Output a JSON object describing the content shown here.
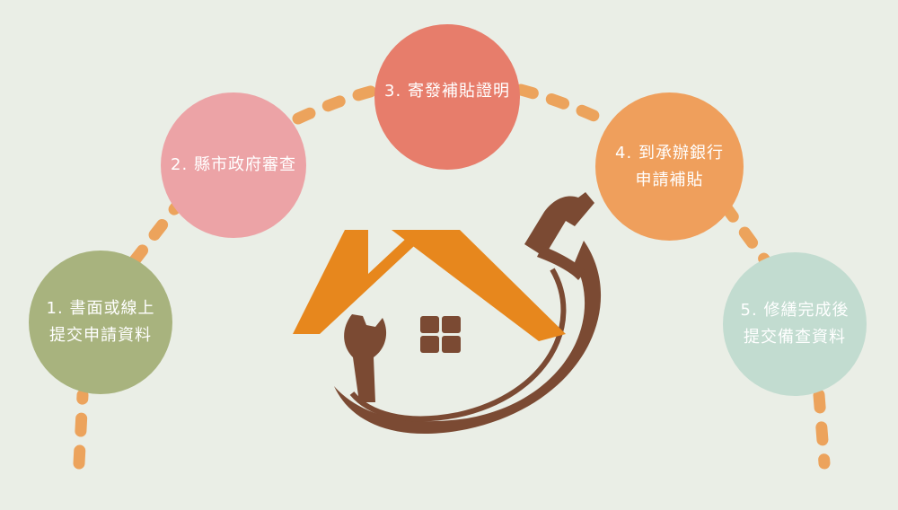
{
  "colors": {
    "background": "#eaeee6",
    "dash": "#eca35c",
    "step1": "#a8b37e",
    "step2": "#eca3a6",
    "step3": "#e77d6b",
    "step4": "#ef9f5c",
    "step5": "#c2dcd0",
    "roof_orange": "#e7871d",
    "brown": "#7b4a33"
  },
  "steps": [
    {
      "number_label": "1. 書面或線上",
      "line2": "提交申請資料",
      "color": "#a8b37e"
    },
    {
      "number_label": "2. 縣市政府審查",
      "line2": "",
      "color": "#eca3a6"
    },
    {
      "number_label": "3. 寄發補貼證明",
      "line2": "",
      "color": "#e77d6b"
    },
    {
      "number_label": "4. 到承辦銀行",
      "line2": "申請補貼",
      "color": "#ef9f5c"
    },
    {
      "number_label": "5. 修繕完成後",
      "line2": "提交備查資料",
      "color": "#c2dcd0"
    }
  ],
  "center_icon": "house-repair-icon"
}
